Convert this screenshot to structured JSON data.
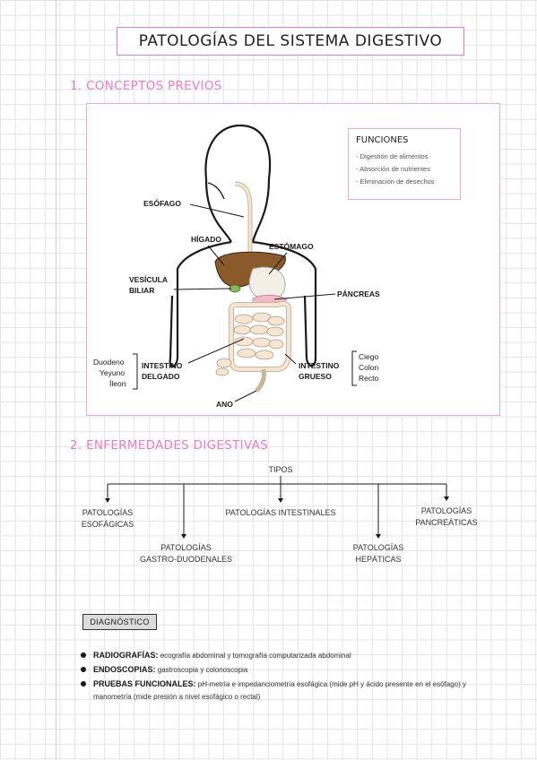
{
  "title": "PATOLOGÍAS DEL SISTEMA DIGESTIVO",
  "section1": {
    "heading": "1. CONCEPTOS PREVIOS"
  },
  "functions": {
    "title": "FUNCIONES",
    "items": [
      "- Digestión de alimentos",
      "- Absorción de nutrientes",
      "- Eliminación de desechos"
    ]
  },
  "organs": {
    "esofago": "ESÓFAGO",
    "higado": "HÍGADO",
    "estomago": "ESTÓMAGO",
    "vesicula_1": "VESÍCULA",
    "vesicula_2": "BILIAR",
    "pancreas": "PÁNCREAS",
    "intestino_delgado_1": "INTESTINO",
    "intestino_delgado_2": "DELGADO",
    "intestino_grueso_1": "INTESTINO",
    "intestino_grueso_2": "GRUESO",
    "ano": "ANO"
  },
  "small_intestine_parts": [
    "Duodeno",
    "Yeyuno",
    "Íleon"
  ],
  "large_intestine_parts": [
    "Ciego",
    "Colon",
    "Recto"
  ],
  "section2": {
    "heading": "2. ENFERMEDADES DIGESTIVAS",
    "root": "TIPOS",
    "types": {
      "esofagicas_1": "PATOLOGÍAS",
      "esofagicas_2": "ESOFÁGICAS",
      "gastro_1": "PATOLOGÍAS",
      "gastro_2": "GASTRO-DUODENALES",
      "intestinales": "PATOLOGÍAS INTESTINALES",
      "hepaticas_1": "PATOLOGÍAS",
      "hepaticas_2": "HEPÁTICAS",
      "pancreaticas_1": "PATOLOGÍAS",
      "pancreaticas_2": "PANCREÁTICAS"
    }
  },
  "diagnostico": {
    "title": "DIAGNÓSTICO",
    "items": [
      {
        "key": "RADIOGRAFÍAS:",
        "text": " ecografía abdominal y tomografía computarizada abdominal"
      },
      {
        "key": "ENDOSCOPIAS:",
        "text": " gastroscopia y colonoscopia"
      },
      {
        "key": "PRUEBAS FUNCIONALES:",
        "text": " pH-metría e impedanciometría esofágica (mide pH y ácido presente en el esófago) y manometría (mide presión a nivel esofágico o rectal)"
      }
    ]
  },
  "colors": {
    "accent_pink": "#f07ac2",
    "liver": "#8b5a2b",
    "skin": "#f5e6d3"
  }
}
